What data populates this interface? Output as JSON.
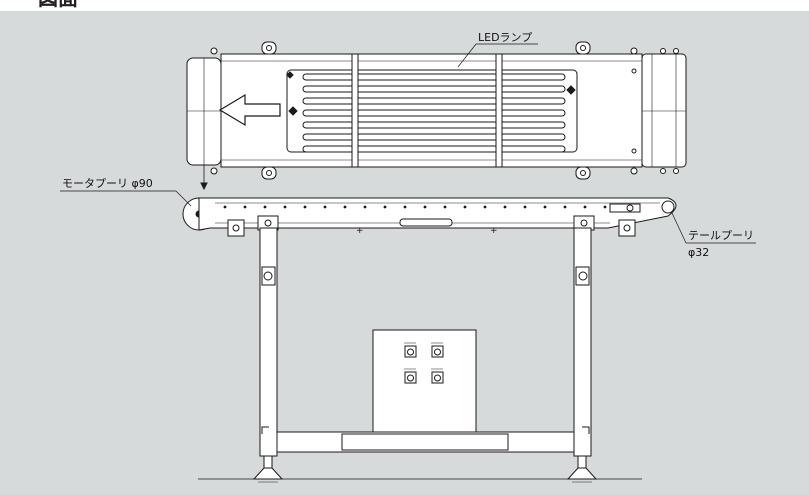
{
  "header": {
    "label": "図面"
  },
  "callouts": {
    "led_lamp": "LEDランプ",
    "motor_pulley": "モータプーリ φ90",
    "tail_pulley": "テールプーリ",
    "tail_pulley_size": "φ32"
  },
  "colors": {
    "panel_bg": "#d6dadb",
    "line": "#1a1a1a",
    "fill": "#ffffff"
  }
}
